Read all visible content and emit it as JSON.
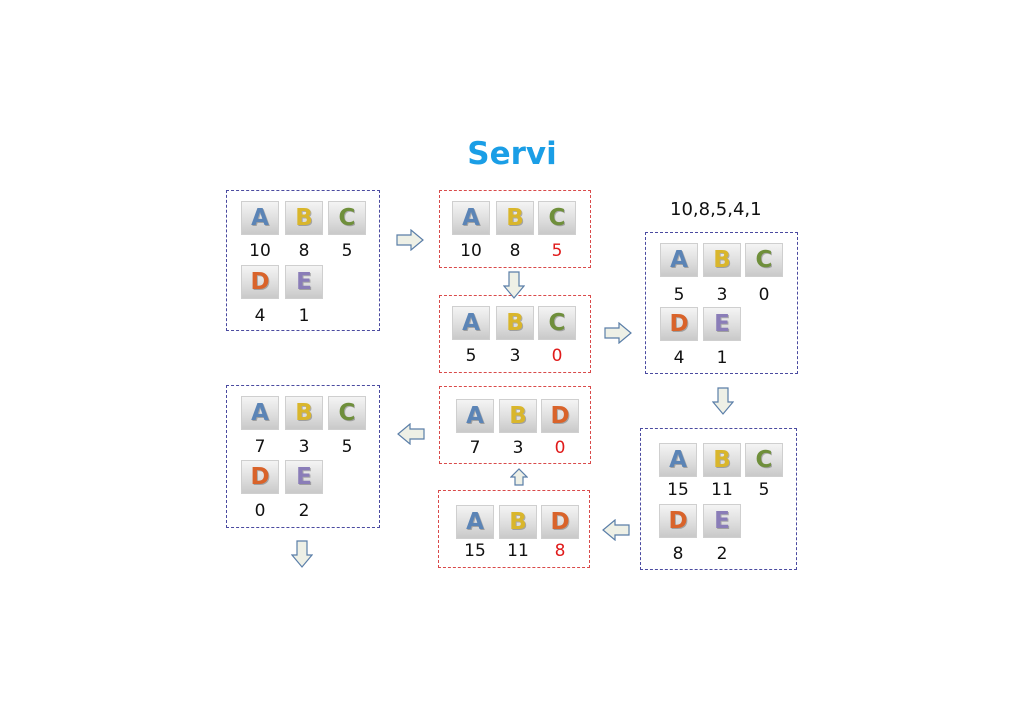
{
  "title": "Servi",
  "sequence_label": "10,8,5,4,1",
  "colors": {
    "title": "#1a9ee6",
    "box_border": "#4a4aa0",
    "box_border_highlight": "#d94a4a",
    "highlight_number": "#e01b1b",
    "letter_A": "#5b84b6",
    "letter_B": "#d9b62c",
    "letter_C": "#6f8f3b",
    "letter_D": "#d9632a",
    "letter_E": "#8a7db8"
  },
  "boxes": [
    {
      "id": "s1",
      "row1": [
        {
          "letter": "A",
          "value": "10"
        },
        {
          "letter": "B",
          "value": "8"
        },
        {
          "letter": "C",
          "value": "5"
        }
      ],
      "row2": [
        {
          "letter": "D",
          "value": "4"
        },
        {
          "letter": "E",
          "value": "1"
        }
      ]
    },
    {
      "id": "q1",
      "row1": [
        {
          "letter": "A",
          "value": "10"
        },
        {
          "letter": "B",
          "value": "8"
        },
        {
          "letter": "C",
          "value": "5",
          "highlight": true
        }
      ]
    },
    {
      "id": "q2",
      "row1": [
        {
          "letter": "A",
          "value": "5"
        },
        {
          "letter": "B",
          "value": "3"
        },
        {
          "letter": "C",
          "value": "0",
          "highlight": true
        }
      ]
    },
    {
      "id": "s2",
      "row1": [
        {
          "letter": "A",
          "value": "5"
        },
        {
          "letter": "B",
          "value": "3"
        },
        {
          "letter": "C",
          "value": "0"
        }
      ],
      "row2": [
        {
          "letter": "D",
          "value": "4"
        },
        {
          "letter": "E",
          "value": "1"
        }
      ]
    },
    {
      "id": "s3",
      "row1": [
        {
          "letter": "A",
          "value": "15"
        },
        {
          "letter": "B",
          "value": "11"
        },
        {
          "letter": "C",
          "value": "5"
        }
      ],
      "row2": [
        {
          "letter": "D",
          "value": "8"
        },
        {
          "letter": "E",
          "value": "2"
        }
      ]
    },
    {
      "id": "q3",
      "row1": [
        {
          "letter": "A",
          "value": "15"
        },
        {
          "letter": "B",
          "value": "11"
        },
        {
          "letter": "D",
          "value": "8",
          "highlight": true
        }
      ]
    },
    {
      "id": "q4",
      "row1": [
        {
          "letter": "A",
          "value": "7"
        },
        {
          "letter": "B",
          "value": "3"
        },
        {
          "letter": "D",
          "value": "0",
          "highlight": true
        }
      ]
    },
    {
      "id": "s4",
      "row1": [
        {
          "letter": "A",
          "value": "7"
        },
        {
          "letter": "B",
          "value": "3"
        },
        {
          "letter": "C",
          "value": "5"
        }
      ],
      "row2": [
        {
          "letter": "D",
          "value": "0"
        },
        {
          "letter": "E",
          "value": "2"
        }
      ]
    }
  ],
  "arrows": [
    "right",
    "down",
    "right",
    "down",
    "left",
    "up",
    "left",
    "down"
  ]
}
